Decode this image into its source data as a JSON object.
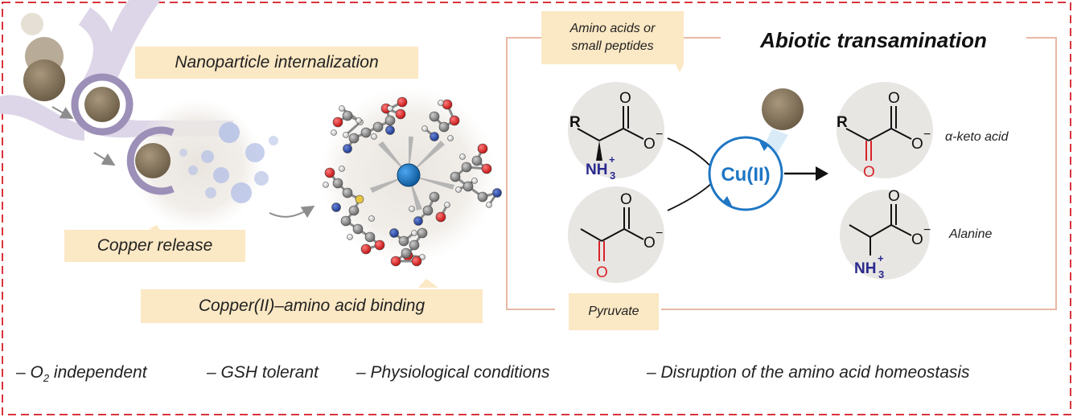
{
  "labels": {
    "nanoparticle_internalization": "Nanoparticle internalization",
    "copper_release": "Copper release",
    "copper_binding": "Copper(II)–amino acid binding",
    "amino_acids_line1": "Amino acids or",
    "amino_acids_line2": "small peptides",
    "abiotic_title": "Abiotic transamination",
    "pyruvate": "Pyruvate",
    "keto_acid": "α-keto acid",
    "alanine": "Alanine",
    "catalyst": "Cu(II)"
  },
  "chemistry": {
    "r_group": "R",
    "oxygen": "O",
    "o_minus": "O",
    "minus": "−",
    "nh3": "NH",
    "sub3": "3",
    "plus": "+"
  },
  "features": {
    "item1_dash": "– O",
    "item1_sub": "2",
    "item1_rest": " independent",
    "item2": "– GSH tolerant",
    "item3": "– Physiological conditions",
    "item4": "– Disruption of the amino acid homeostasis"
  },
  "colors": {
    "frame_dash": "#d9343d",
    "callout_bg": "#fbe8c4",
    "cu_blue": "#1f77c4",
    "oxygen_red": "#d8232a",
    "nitrogen_navy": "#2a2a8f",
    "bracket_line": "#e9b8a4",
    "nanoparticle": "#8a7a63",
    "vesicle": "#9c90b8"
  }
}
